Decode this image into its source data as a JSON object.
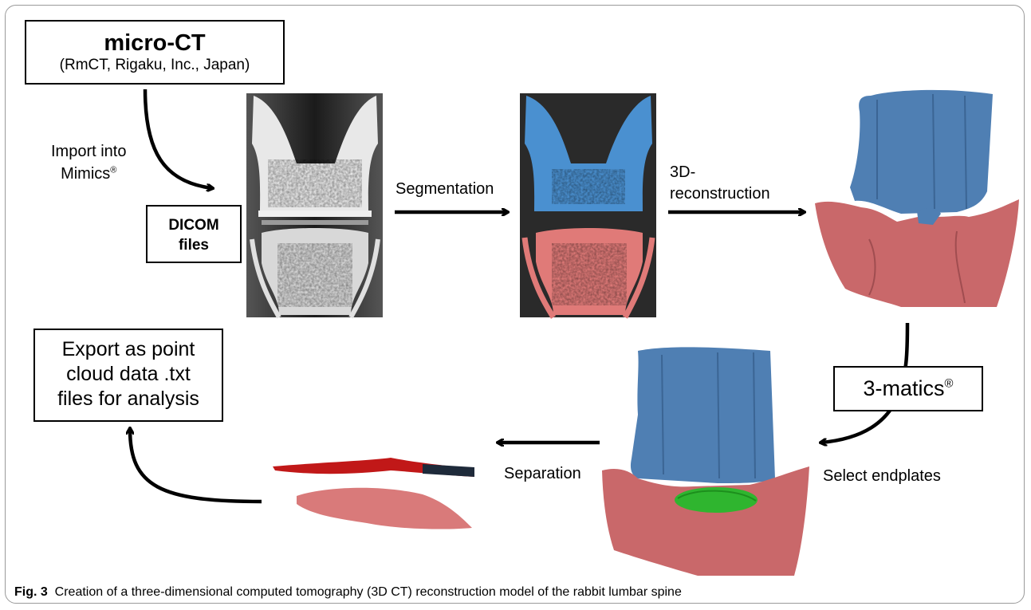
{
  "micro_ct": {
    "title": "micro-CT",
    "subtitle": "(RmCT, Rigaku, Inc., Japan)"
  },
  "dicom": {
    "line1": "DICOM",
    "line2": "files"
  },
  "import_label": {
    "line1": "Import into",
    "line2_text": "Mimics",
    "line2_sup": "®"
  },
  "segmentation_label": "Segmentation",
  "reconstruction_label": {
    "line1": "3D-",
    "line2": "reconstruction"
  },
  "matics": {
    "text": "3-matics",
    "sup": "®"
  },
  "select_endplates_label": "Select endplates",
  "separation_label": "Separation",
  "export": {
    "line1": "Export as point",
    "line2": "cloud data .txt",
    "line3": "files for analysis"
  },
  "caption": {
    "prefix": "Fig. 3",
    "text": "Creation of a three-dimensional computed tomography (3D CT) reconstruction model of the rabbit lumbar spine"
  },
  "colors": {
    "upper_vertebra": "#4a82b8",
    "lower_vertebra": "#d66b6b",
    "endplate": "#22aa22",
    "ct_background": "#2a2a2a"
  }
}
